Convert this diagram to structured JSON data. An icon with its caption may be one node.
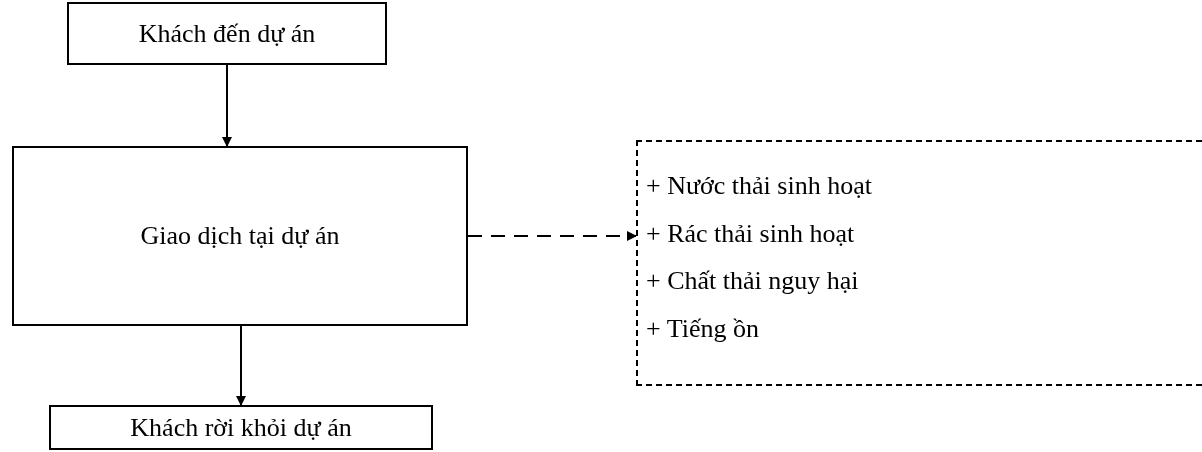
{
  "diagram": {
    "nodes": [
      {
        "text": [
          "Khách đến dự án"
        ]
      },
      {
        "text": [
          "Giao dịch tại dự án"
        ]
      },
      {
        "text": [
          "Khách rời khỏi dự án"
        ]
      },
      {
        "text": [
          "+ Nước thải sinh hoạt",
          "+ Rác thải sinh hoạt",
          "+ Chất thải nguy hại",
          "+ Tiếng ồn"
        ]
      }
    ],
    "edges": [
      {
        "from": 0,
        "to": 1,
        "arrow": "to"
      },
      {
        "from": 1,
        "to": 2,
        "arrow": "to"
      },
      {
        "from": 1,
        "to": 3,
        "arrow": "to",
        "style": "dashed"
      }
    ]
  }
}
